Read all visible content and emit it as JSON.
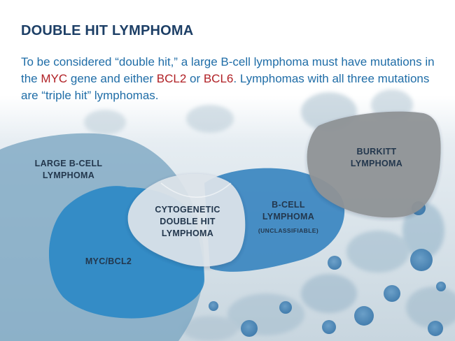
{
  "title": "DOUBLE HIT LYMPHOMA",
  "intro": {
    "part1": "To be considered “double hit,” a large B-cell lymphoma must have mutations in the ",
    "gene1": "MYC",
    "part2": " gene and either ",
    "gene2": "BCL2",
    "part3": " or ",
    "gene3": "BCL6",
    "part4": ". Lymphomas with all three mutations are “triple hit” lymphomas."
  },
  "shapes": {
    "large_bcell": {
      "line1": "LARGE B-CELL",
      "line2": "LYMPHOMA"
    },
    "myc_bcl2": {
      "label": "MYC/BCL2"
    },
    "cytogenetic": {
      "line1": "CYTOGENETIC",
      "line2": "DOUBLE HIT",
      "line3": "LYMPHOMA"
    },
    "bcell": {
      "line1": "B-CELL",
      "line2": "LYMPHOMA",
      "note": "(UNCLASSIFIABLE)"
    },
    "burkitt": {
      "line1": "BURKITT",
      "line2": "LYMPHOMA"
    }
  },
  "colors": {
    "title": "#1d3f66",
    "body_text": "#1f6da7",
    "highlight": "#b01f24",
    "large_bcell_fill": "#7fa8c3",
    "myc_bcl2_fill": "#2c89c6",
    "bcell_fill": "#3a85c0",
    "cytogenetic_fill": "#dde4ea",
    "burkitt_fill": "#8f9396"
  }
}
